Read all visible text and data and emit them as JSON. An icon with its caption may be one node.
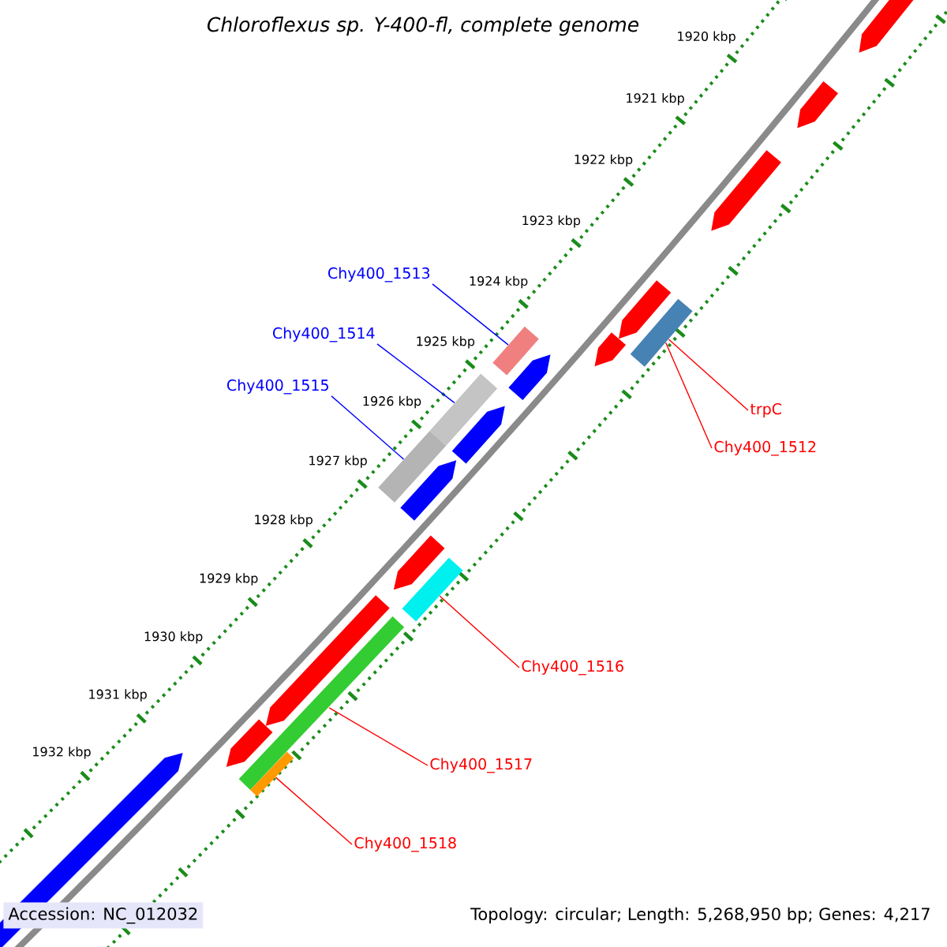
{
  "diagram": {
    "title": "*Chloroflexus sp. Y-400-fl*, complete genome",
    "nodes": [
      {
        "text": [
          "Chy400_1513"
        ]
      },
      {
        "text": [
          "Chy400_1514"
        ]
      },
      {
        "text": [
          "Chy400_1515"
        ]
      },
      {
        "text": [
          "trpC"
        ]
      },
      {
        "text": [
          "Chy400_1512"
        ]
      },
      {
        "text": [
          "Chy400_1516"
        ]
      },
      {
        "text": [
          "Chy400_1517"
        ]
      },
      {
        "text": [
          "Chy400_1518"
        ]
      },
      {
        "text": [],
        "shape": "box"
      },
      {
        "text": [],
        "shape": "box"
      },
      {
        "text": [],
        "shape": "box"
      },
      {
        "text": [],
        "shape": "box"
      },
      {
        "text": [],
        "shape": "box"
      },
      {
        "text": [],
        "shape": "box"
      },
      {
        "text": [],
        "shape": "box"
      },
      {
        "text": [],
        "shape": "arrow"
      },
      {
        "text": [],
        "shape": "arrow"
      },
      {
        "text": [],
        "shape": "arrow"
      },
      {
        "text": [],
        "shape": "arrow"
      },
      {
        "text": [],
        "shape": "arrow"
      },
      {
        "text": [],
        "shape": "arrow"
      },
      {
        "text": [],
        "shape": "arrow"
      },
      {
        "text": [],
        "shape": "arrow"
      },
      {
        "text": [],
        "shape": "arrow"
      },
      {
        "text": [],
        "shape": "arrow"
      },
      {
        "text": [],
        "shape": "arrow"
      },
      {
        "text": [],
        "shape": "arrow"
      }
    ],
    "edges": [
      {
        "from": 0,
        "to": 8,
        "arrow": "none",
        "color": "#0000ff"
      },
      {
        "from": 1,
        "to": 9,
        "arrow": "none",
        "color": "#0000ff"
      },
      {
        "from": 2,
        "to": 10,
        "arrow": "none",
        "color": "#0000ff"
      },
      {
        "from": 3,
        "to": 11,
        "arrow": "none"
      },
      {
        "from": 4,
        "to": 11,
        "arrow": "none"
      },
      {
        "from": 5,
        "to": 12,
        "arrow": "none"
      },
      {
        "from": 6,
        "to": 13,
        "arrow": "none"
      },
      {
        "from": 7,
        "to": 14,
        "arrow": "none"
      }
    ],
    "labels": [
      "1920 kbp",
      "1921 kbp",
      "1922 kbp",
      "1923 kbp",
      "1924 kbp",
      "1925 kbp",
      "1926 kbp",
      "1927 kbp",
      "1928 kbp",
      "1929 kbp",
      "1930 kbp",
      "1931 kbp",
      "1932 kbp",
      "Accession: NC_012032",
      "Topology: circular; Length: 5,268,950 bp; Genes: 4,217"
    ]
  }
}
